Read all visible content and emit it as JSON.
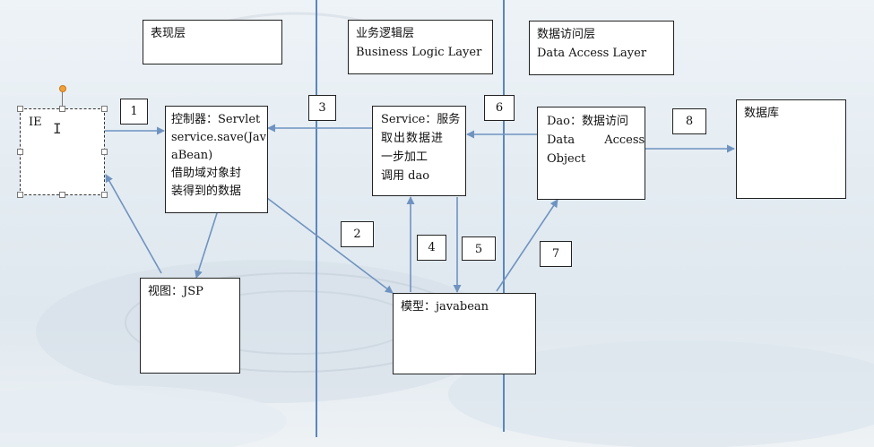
{
  "headers": {
    "presentation": "表现层",
    "business": {
      "line1": "业务逻辑层",
      "line2": "Business Logic Layer"
    },
    "data_access": {
      "line1": "数据访问层",
      "line2": "Data Access Layer"
    }
  },
  "nodes": {
    "ie": "IE",
    "controller": [
      "控制器：Servlet",
      "service.save(Jav",
      "aBean)",
      "借助域对象封",
      "装得到的数据"
    ],
    "view": "视图：JSP",
    "service": [
      "Service：服务",
      "取出数据进",
      "一步加工",
      "调用 dao"
    ],
    "model": "模型：javabean",
    "dao": [
      "Dao：数据访问",
      "Data        Access",
      "Object"
    ],
    "database": "数据库"
  },
  "steps": [
    "1",
    "2",
    "3",
    "4",
    "5",
    "6",
    "7",
    "8"
  ],
  "colors": {
    "arrow": "#6f93c0",
    "divider": "#5b86bc",
    "box_border": "#222222"
  }
}
